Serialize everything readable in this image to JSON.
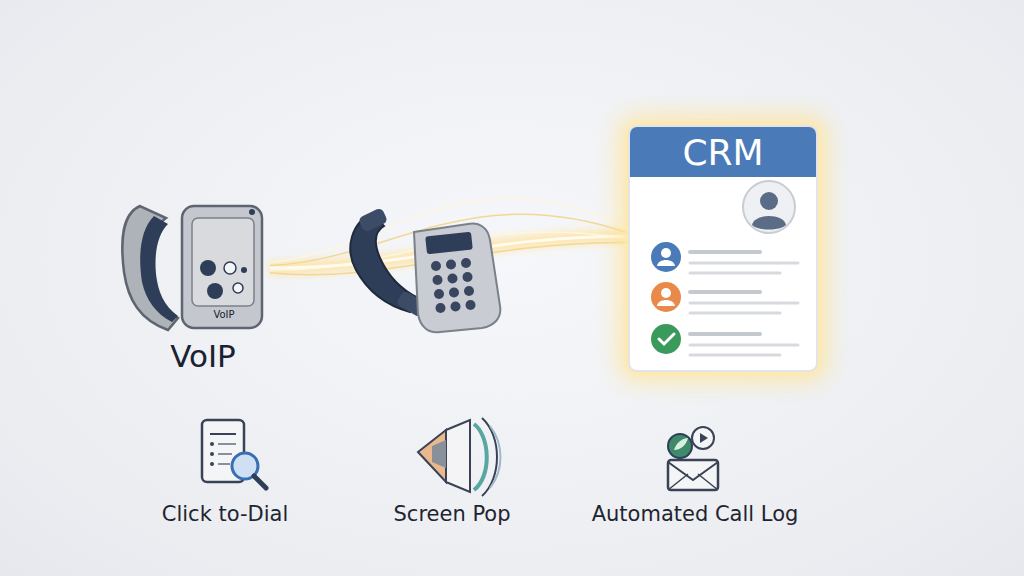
{
  "diagram": {
    "nodes": [
      {
        "text": [
          "VoIP",
          "VoIP"
        ]
      },
      {
        "text": [
          "CRM"
        ]
      }
    ],
    "edges": [
      {
        "from": 0,
        "to": 1,
        "arrow": "none"
      }
    ],
    "labels": [
      "Click to-Dial",
      "Screen Pop",
      "Automated Call Log"
    ]
  }
}
